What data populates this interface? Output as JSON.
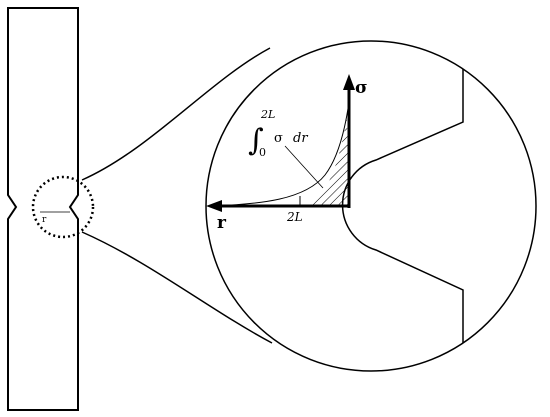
{
  "labels": {
    "r_small": "r",
    "r_axis": "r",
    "sigma_axis": "σ",
    "integral_sign": "∫",
    "integral_upper": "2L",
    "integral_lower": "0",
    "integrand_sigma": "σ",
    "integrand_dr": "dr",
    "tick_2L": "2L"
  },
  "colors": {
    "stroke": "#000000",
    "background": "#ffffff"
  }
}
